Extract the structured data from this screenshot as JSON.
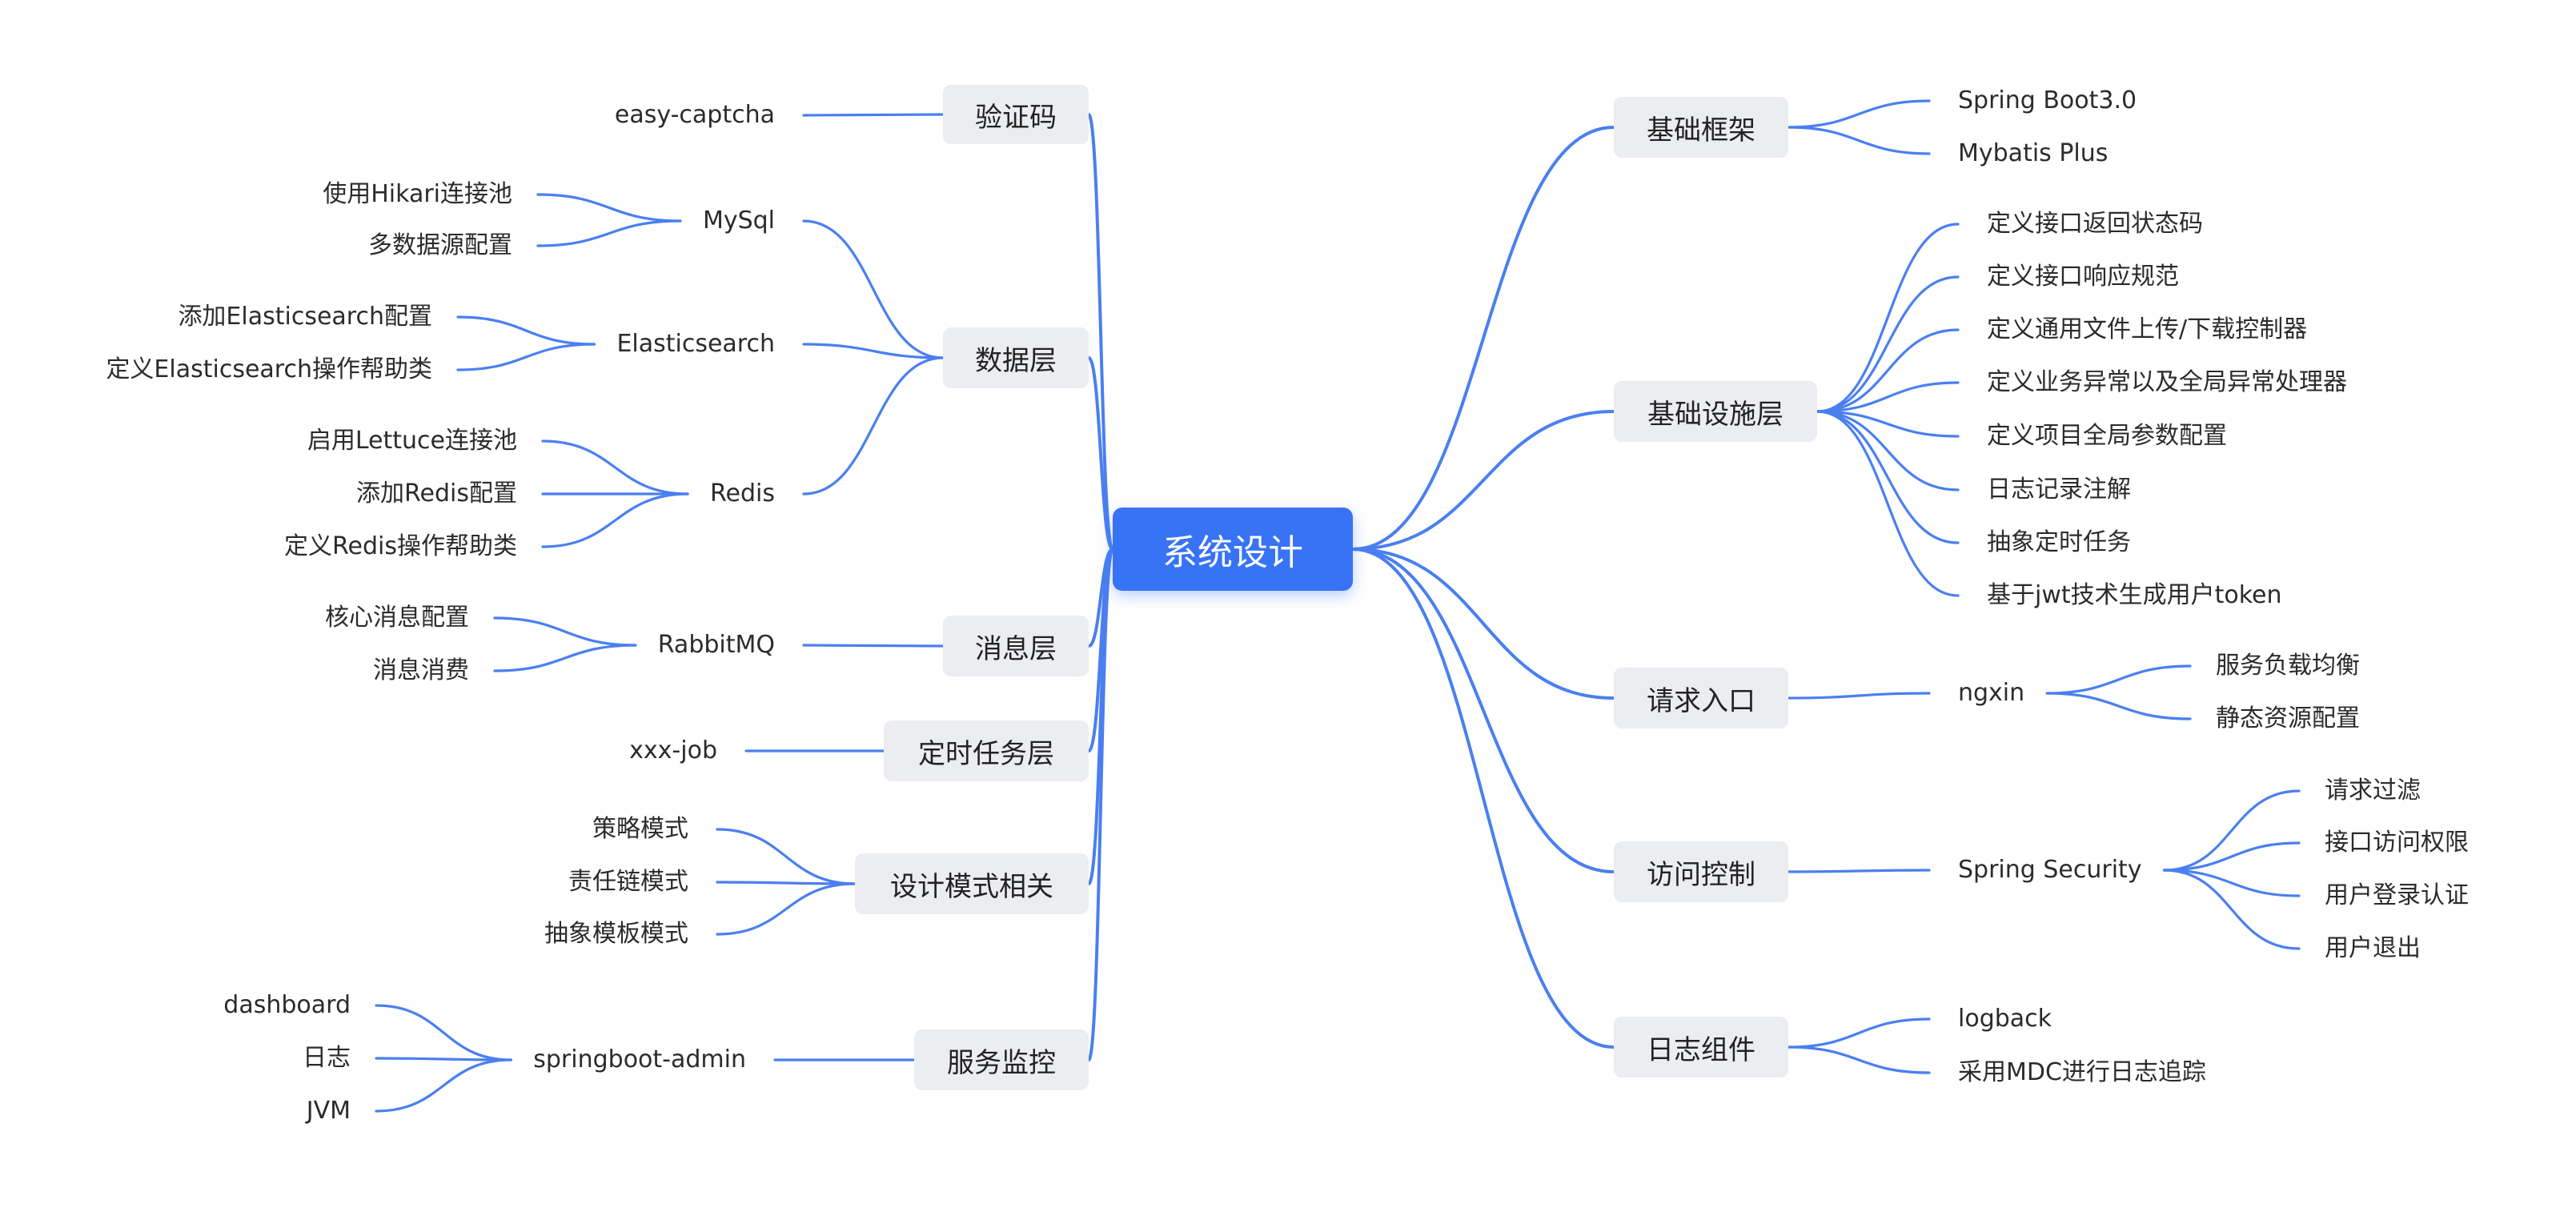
{
  "root": "系统设计",
  "left": [
    {
      "label": "验证码",
      "children": [
        {
          "label": "easy-captcha"
        }
      ]
    },
    {
      "label": "数据层",
      "children": [
        {
          "label": "MySql",
          "children": [
            {
              "label": "使用Hikari连接池"
            },
            {
              "label": "多数据源配置"
            }
          ]
        },
        {
          "label": "Elasticsearch",
          "children": [
            {
              "label": "添加Elasticsearch配置"
            },
            {
              "label": "定义Elasticsearch操作帮助类"
            }
          ]
        },
        {
          "label": "Redis",
          "children": [
            {
              "label": "启用Lettuce连接池"
            },
            {
              "label": "添加Redis配置"
            },
            {
              "label": "定义Redis操作帮助类"
            }
          ]
        }
      ]
    },
    {
      "label": "消息层",
      "children": [
        {
          "label": "RabbitMQ",
          "children": [
            {
              "label": "核心消息配置"
            },
            {
              "label": "消息消费"
            }
          ]
        }
      ]
    },
    {
      "label": "定时任务层",
      "children": [
        {
          "label": "xxx-job"
        }
      ]
    },
    {
      "label": "设计模式相关",
      "children": [
        {
          "label": "策略模式"
        },
        {
          "label": "责任链模式"
        },
        {
          "label": "抽象模板模式"
        }
      ]
    },
    {
      "label": "服务监控",
      "children": [
        {
          "label": "springboot-admin",
          "children": [
            {
              "label": "dashboard"
            },
            {
              "label": "日志"
            },
            {
              "label": "JVM"
            }
          ]
        }
      ]
    }
  ],
  "right": [
    {
      "label": "基础框架",
      "children": [
        {
          "label": "Spring Boot3.0"
        },
        {
          "label": "Mybatis Plus"
        }
      ]
    },
    {
      "label": "基础设施层",
      "children": [
        {
          "label": "定义接口返回状态码"
        },
        {
          "label": "定义接口响应规范"
        },
        {
          "label": "定义通用文件上传/下载控制器"
        },
        {
          "label": "定义业务异常以及全局异常处理器"
        },
        {
          "label": "定义项目全局参数配置"
        },
        {
          "label": "日志记录注解"
        },
        {
          "label": "抽象定时任务"
        },
        {
          "label": "基于jwt技术生成用户token"
        }
      ]
    },
    {
      "label": "请求入口",
      "children": [
        {
          "label": "ngxin",
          "children": [
            {
              "label": "服务负载均衡"
            },
            {
              "label": "静态资源配置"
            }
          ]
        }
      ]
    },
    {
      "label": "访问控制",
      "children": [
        {
          "label": "Spring Security",
          "children": [
            {
              "label": "请求过滤"
            },
            {
              "label": "接口访问权限"
            },
            {
              "label": "用户登录认证"
            },
            {
              "label": "用户退出"
            }
          ]
        }
      ]
    },
    {
      "label": "日志组件",
      "children": [
        {
          "label": "logback"
        },
        {
          "label": "采用MDC进行日志追踪"
        }
      ]
    }
  ],
  "colors": {
    "link": "#4a7ff0",
    "root_bg": "#3873f5",
    "branch_bg": "#ebedf0"
  }
}
